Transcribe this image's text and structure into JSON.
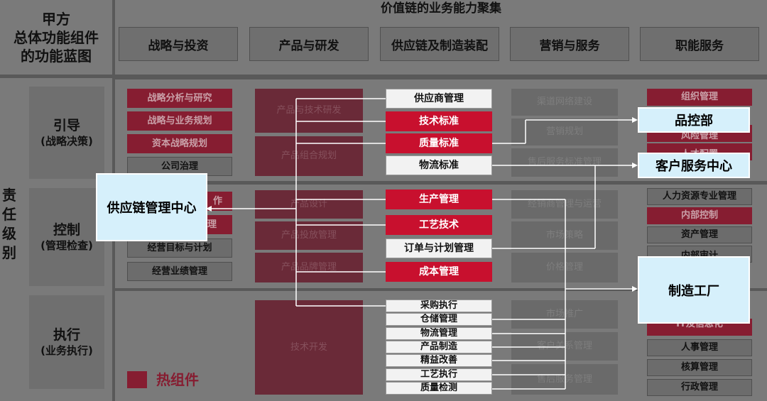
{
  "corner": {
    "line1": "甲方",
    "line2": "总体功能组件",
    "line3": "的功能蓝图"
  },
  "top_title": "价值链的业务能力聚集",
  "columns": [
    "战略与投资",
    "产品与研发",
    "供应链及制造装配",
    "营销与服务",
    "职能服务"
  ],
  "side_label": [
    "责",
    "任",
    "级",
    "别"
  ],
  "levels": [
    {
      "name": "引导",
      "sub": "(战略决策)"
    },
    {
      "name": "控制",
      "sub": "(管理检查)"
    },
    {
      "name": "执行",
      "sub": "(业务执行)"
    }
  ],
  "strategy": [
    "战略分析与研究",
    "战略与业务规划",
    "资本战略规划",
    "公司治理",
    "作",
    "理",
    "经营目标与计划",
    "经营业绩管理"
  ],
  "product": [
    "产品与技术研发",
    "产品组合规划",
    "产品设计",
    "产品投放管理",
    "产品品牌管理",
    "技术开发"
  ],
  "supply_top": [
    "供应商管理",
    "技术标准",
    "质量标准",
    "物流标准"
  ],
  "supply_mid": [
    "生产管理",
    "工艺技术",
    "订单与计划管理",
    "成本管理"
  ],
  "supply_exec": [
    "采购执行",
    "仓储管理",
    "物流管理",
    "产品制造",
    "精益改善",
    "工艺执行",
    "质量检测"
  ],
  "marketing": [
    "渠道网络建设",
    "营销规划",
    "售后服务标准管理",
    "经销商管理与运营",
    "市场策略",
    "价格管理",
    "市场推广",
    "客户关系管理",
    "售后服务管理"
  ],
  "functional": [
    "组织管理",
    "风险管理",
    "人才配置",
    "人力资源专业管理",
    "内部控制",
    "资产管理",
    "内部审计",
    "IT及信息化",
    "人事管理",
    "核算管理",
    "行政管理"
  ],
  "targets": {
    "supply_center": "供应链管理中心",
    "quality": "品控部",
    "customer": "客户服务中心",
    "factory": "制造工厂"
  },
  "legend": "热组件",
  "colors": {
    "hot": "#861d31",
    "red": "#c8102e",
    "blue": "#d6f0fb"
  }
}
